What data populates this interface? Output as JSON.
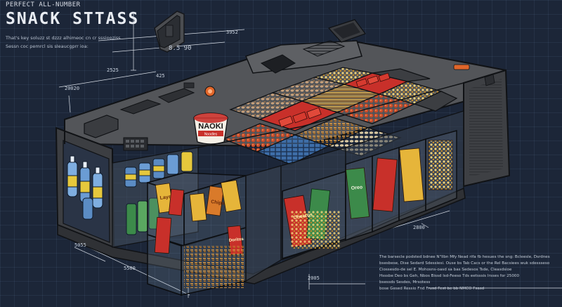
{
  "header": {
    "kicker": "PERFECT ALL-NUMBER",
    "title": "SNACK STTASS",
    "subtitle_line1": "That's key soluzz st dzzz alhimeoc cn cr sssiooziss",
    "subtitle_line2": "Sessn coc pemrcl sis sIeaucgprr ioa:"
  },
  "annotations": {
    "dim_top": "3952",
    "dim_height": "8.5 90",
    "dim_left": "20020",
    "dim_side": "2525",
    "dim_depth": "425",
    "dim_bottom_left": "5055",
    "dim_bottom": "5500",
    "dim_right": "2005",
    "dim_center": "2800"
  },
  "labels": {
    "noodle_cup_brand": "NAOKI",
    "noodle_cup_sub": "Noodles",
    "bag_lays": "Lays",
    "bag_cheetos": "Cheetos",
    "bag_oreo": "Oreo",
    "bag_doritos": "Doritos",
    "bag_chips": "Chips"
  },
  "footnote": {
    "lines": [
      "The barsecle podsted bdnee N\"Ilbn Mfy Nead rifa fb hesues the sng: Bcleesle, Dsrdnes",
      "bsesbese, Dise Sedard Sdessiesi. Ouse bs Tab Cacs or the ReI Bacsiees wuk sdessseso",
      "Ciossesdo-de sel E. Mohosns-oasd sa bas Sedesos Tsde, Cleasdsioe",
      "Hsssbe Deo bs Geh, Nbos Bissd lsd-Feeso Tds eetsssis Irsses for 25000",
      "bsessds Sesdes, Mrsotess",
      "bose Gesed Ressio Fnd Frusd Fest be bb NMCO Fsasd"
    ]
  },
  "colors": {
    "background": "#1c2638",
    "chassis": "#4a4c50",
    "chassis_light": "#606266",
    "chassis_dark": "#2e3034",
    "accent_orange": "#e0662a",
    "chip_yellow": "#e6b53a",
    "bag_red": "#c8302a",
    "bag_green": "#3c8a4a",
    "bottle_blue": "#5b8cc4",
    "can_yellow": "#e6c83c"
  }
}
